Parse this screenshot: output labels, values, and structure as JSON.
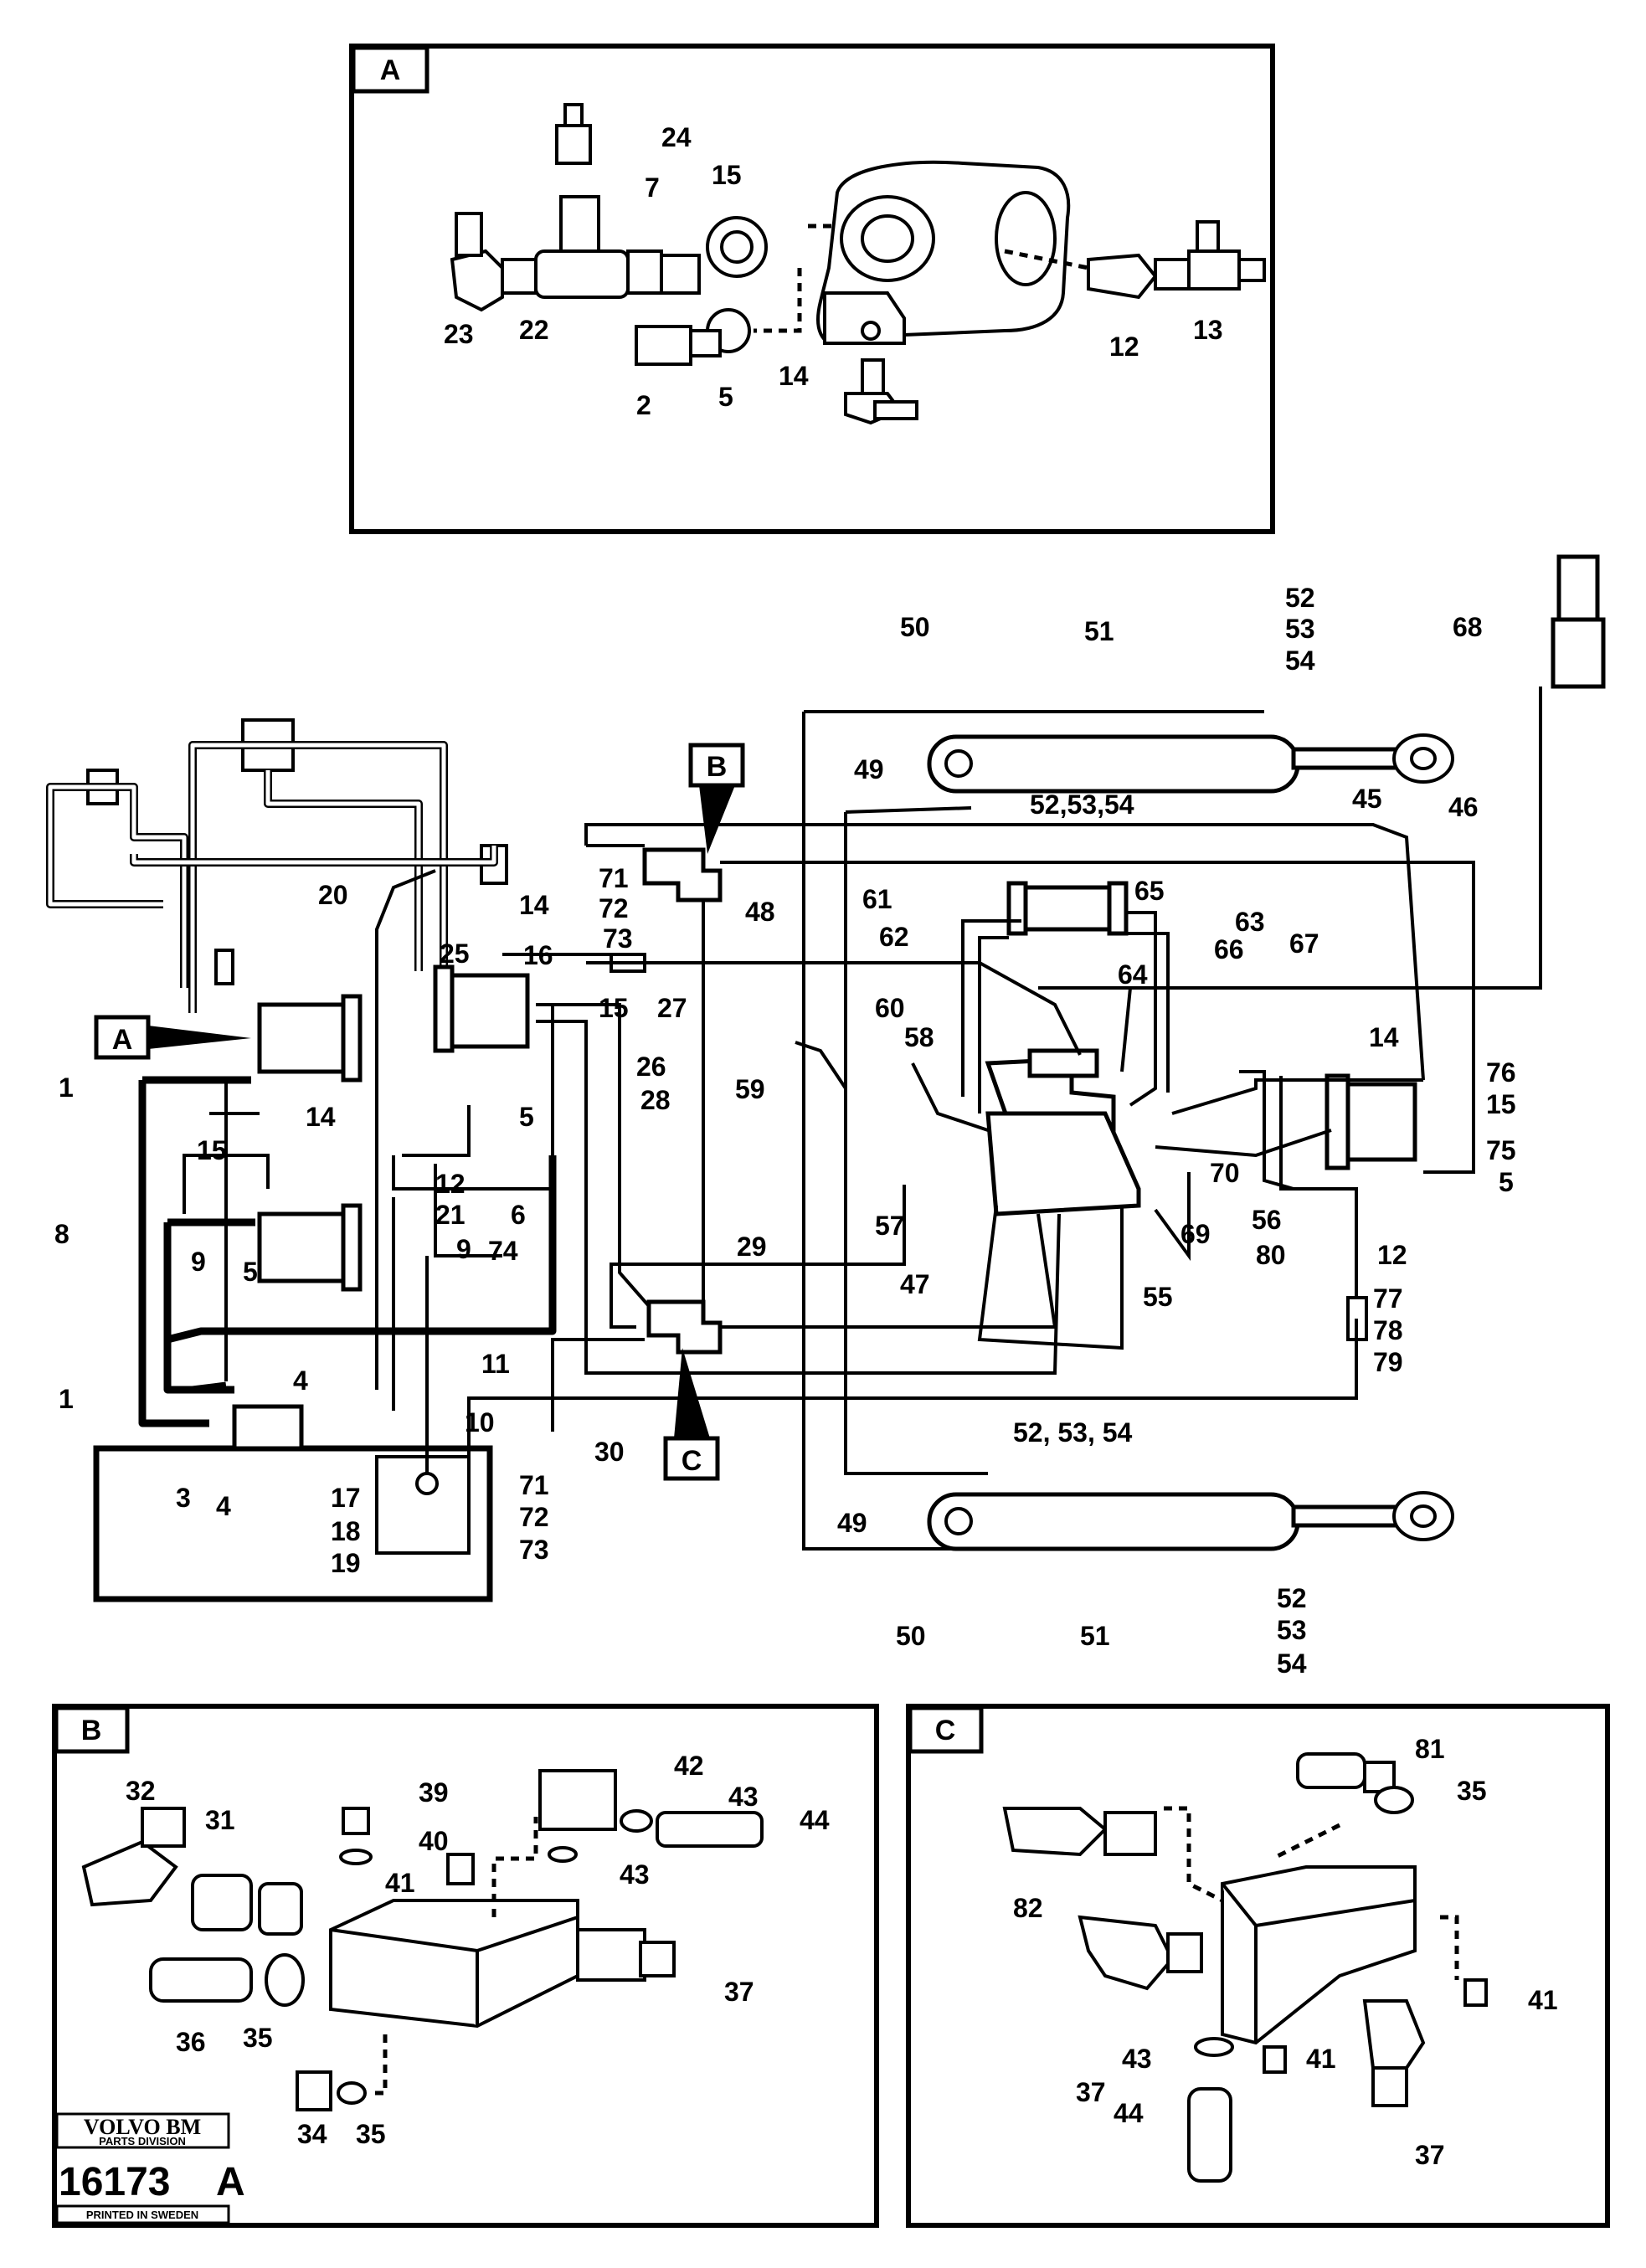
{
  "panels": {
    "A": "A",
    "B": "B",
    "C": "C"
  },
  "callouts": {
    "main_B": "B",
    "main_C": "C",
    "main_A": "A"
  },
  "labels_A": [
    "24",
    "7",
    "15",
    "23",
    "22",
    "2",
    "5",
    "14",
    "12",
    "13"
  ],
  "labels_main": [
    "50",
    "51",
    "52",
    "53",
    "54",
    "68",
    "49",
    "52,53,54",
    "45",
    "46",
    "71",
    "72",
    "73",
    "20",
    "14",
    "16",
    "25",
    "48",
    "61",
    "62",
    "65",
    "63",
    "66",
    "64",
    "67",
    "15",
    "27",
    "26",
    "28",
    "60",
    "58",
    "59",
    "14",
    "76",
    "15",
    "75",
    "5",
    "1",
    "14",
    "15",
    "12",
    "5",
    "21",
    "9",
    "6",
    "70",
    "56",
    "80",
    "12",
    "8",
    "9",
    "5",
    "74",
    "29",
    "57",
    "69",
    "55",
    "47",
    "11",
    "77",
    "78",
    "79",
    "1",
    "4",
    "10",
    "30",
    "3",
    "4",
    "17",
    "18",
    "19",
    "71",
    "72",
    "73",
    "52, 53, 54",
    "49",
    "50",
    "51",
    "52",
    "53",
    "54"
  ],
  "labels_B": [
    "32",
    "31",
    "39",
    "40",
    "41",
    "42",
    "43",
    "44",
    "43",
    "37",
    "36",
    "35",
    "34",
    "35"
  ],
  "labels_C": [
    "81",
    "35",
    "82",
    "37",
    "43",
    "44",
    "41",
    "41",
    "37"
  ],
  "logo": {
    "brand": "VOLVO BM",
    "division": "PARTS DIVISION",
    "drawing_no": "16173",
    "suffix": "A",
    "printed": "PRINTED IN SWEDEN"
  }
}
